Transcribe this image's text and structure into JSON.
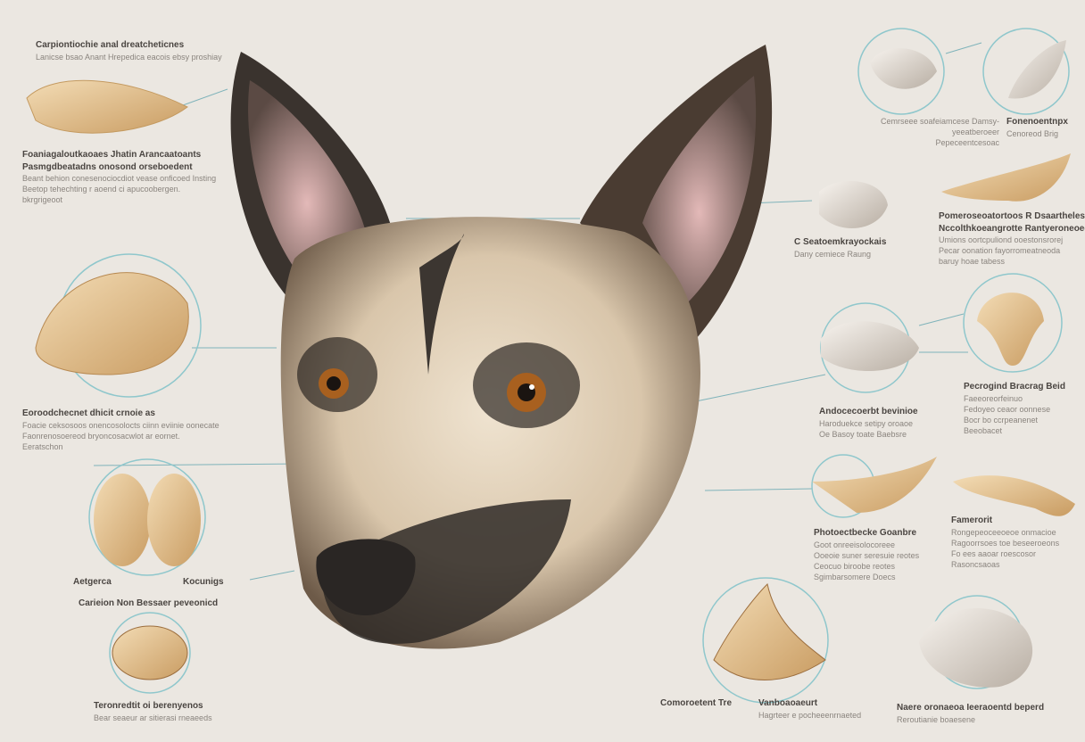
{
  "colors": {
    "background": "#ebe7e1",
    "leader_line": "#7fb3ba",
    "specimen": "#d9b98a",
    "fur_dark": "#3c3631",
    "fur_light": "#e3d4bf",
    "eye": "#b06a25"
  },
  "illustration": {
    "subject": "dog-head-with-ear-anatomy-specimens"
  },
  "labels": [
    {
      "lines": [
        "Carpiontiochie anal dreatcheticnes"
      ],
      "sub": [
        "Lanicse bsao Anant Hrepedica eacois ebsy proshiay"
      ]
    },
    {
      "lines": [
        "Foaniagaloutkaoaes Jhatin Arancaatoants",
        "Pasmgdbeatadns onosond orseboedent"
      ],
      "sub": [
        "Beant behion conesenociocdiot vease onficoed Insting",
        "Beetop tehechting r aoend ci apucoobergen.",
        "bkrgrigeoot"
      ]
    },
    {
      "lines": [
        "Eoroodchecnet dhicit crnoie as"
      ],
      "sub": [
        "Foacie ceksosoos onencosolocts ciinn eviinie oonecate",
        "Faonrenosoereod bryoncosacwlot ar eornet.",
        "Eeratschon"
      ]
    },
    {
      "lines": [
        "Aetgerca"
      ],
      "sub": []
    },
    {
      "lines": [
        "Kocunigs"
      ],
      "sub": []
    },
    {
      "lines": [
        "Carieion Non Bessaer peveonicd"
      ],
      "sub": []
    },
    {
      "lines": [
        "Teronredtit oi berenyenos"
      ],
      "sub": [
        "Bear seaeur ar sitierasi rneaeeds"
      ]
    },
    {
      "lines": [],
      "sub": [
        "Cemrseee soafeiamcese Damsy-yeeatberoeer",
        "Pepeceentcesoac"
      ]
    },
    {
      "lines": [
        "Fonenoentnpx"
      ],
      "sub": [
        "Cenoreod Brig"
      ]
    },
    {
      "lines": [
        "C Seatoemkrayockais"
      ],
      "sub": [
        "Dany cemiece Raung"
      ]
    },
    {
      "lines": [
        "Pomeroseoatortoos R Dsaartheles",
        "Nccolthkoeangrotte Rantyeroneoed"
      ],
      "sub": [
        "Umions oortcpuliond ooestonsrorej",
        "Pecar oonation fayorromeatneoda",
        "baruy hoae tabess"
      ]
    },
    {
      "lines": [
        "Andocecoerbt bevinioe"
      ],
      "sub": [
        "Haroduekce setipy oroaoe",
        "Oe Basoy toate Baebsre"
      ]
    },
    {
      "lines": [
        "Pecrogind Bracrag Beid"
      ],
      "sub": [
        "Faeeoreorfeinuo",
        "Fedoyeo ceaor oonnese",
        "Bocr bo ccrpeanenet",
        "Beeobacet"
      ]
    },
    {
      "lines": [
        "Photoectbecke Goanbre"
      ],
      "sub": [
        "Goot onreeisolocoreee",
        "Ooeoie suner seresuie reotes",
        "Ceocuo biroobe reotes",
        "Sgimbarsomere Doecs"
      ]
    },
    {
      "lines": [
        "Famerorit"
      ],
      "sub": [
        "Rongepeoceeoeoe onmacioe",
        "Ragoorrsoes toe beseeroeons",
        "Fo ees aaoar roescosor",
        "Rasoncsaoas"
      ]
    },
    {
      "lines": [
        "Comoroetent Tre"
      ],
      "sub": []
    },
    {
      "lines": [
        "Vanboaoaeurt"
      ],
      "sub": [
        "Hagrteer e pocheeenrnaeted"
      ]
    },
    {
      "lines": [
        "Naere oronaeoa Ieeraoentd beperd"
      ],
      "sub": [
        "Reroutianie boaesene"
      ]
    }
  ]
}
